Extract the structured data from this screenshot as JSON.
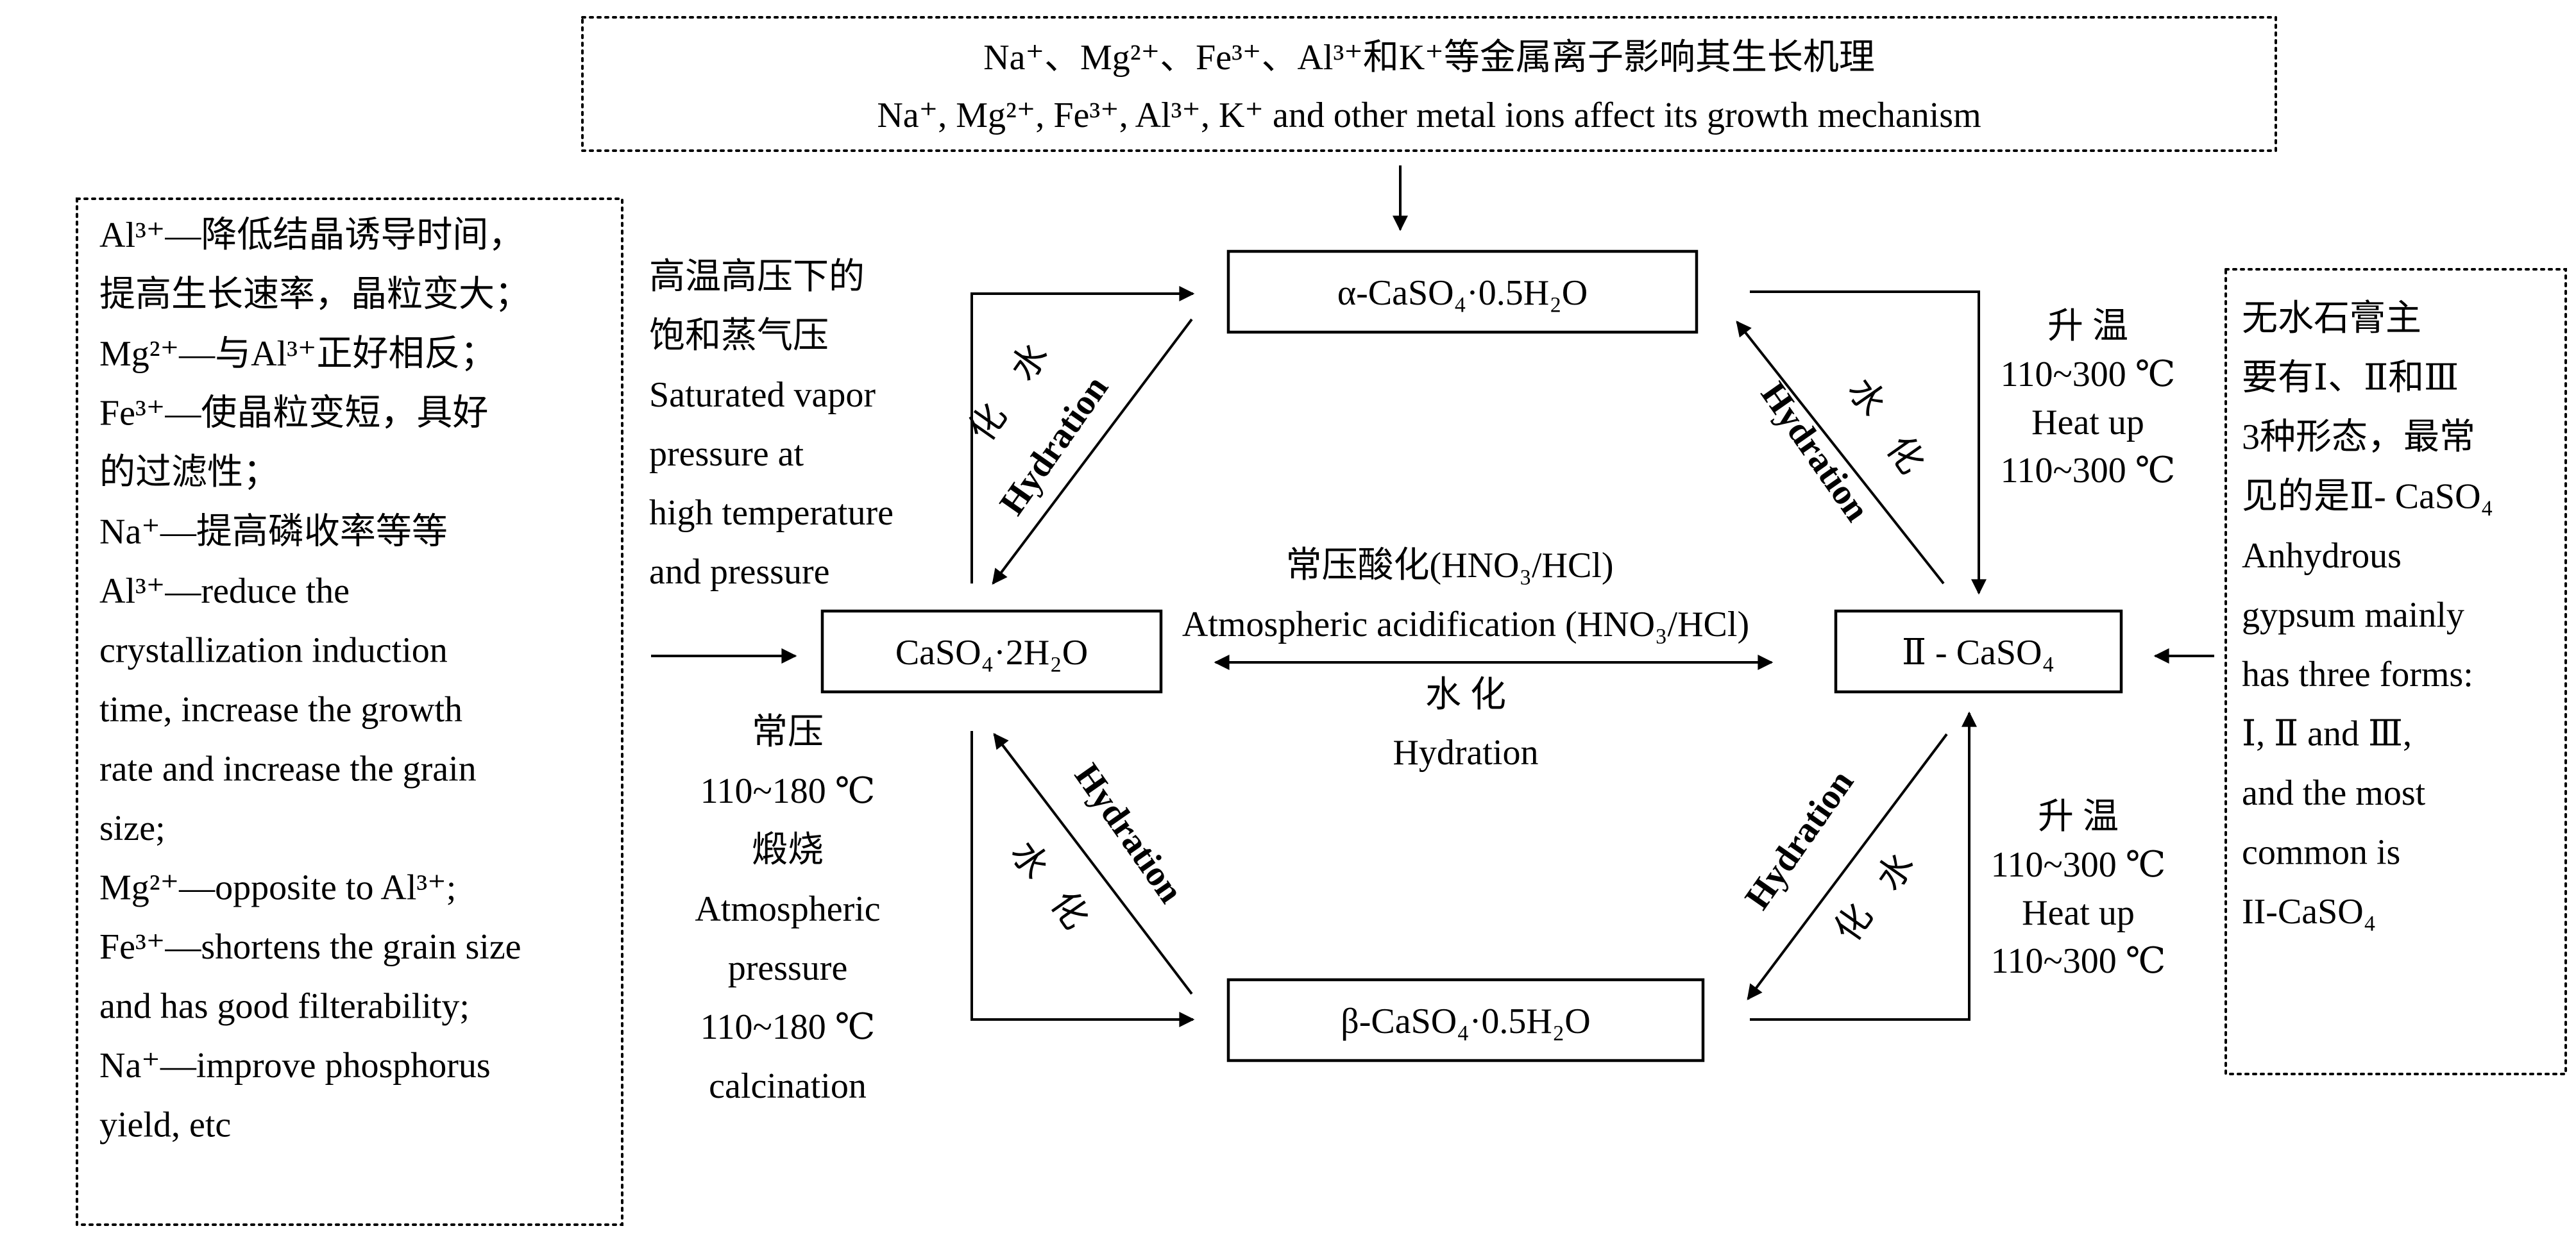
{
  "top_note": {
    "zh": "Na⁺、Mg²⁺、Fe³⁺、Al³⁺和K⁺等金属离子影响其生长机理",
    "en": "Na⁺, Mg²⁺, Fe³⁺, Al³⁺, K⁺ and other metal ions affect its growth mechanism"
  },
  "left_note": {
    "lines": [
      "Al³⁺—降低结晶诱导时间，",
      "提高生长速率，晶粒变大；",
      "Mg²⁺—与Al³⁺正好相反；",
      "Fe³⁺—使晶粒变短，具好",
      "的过滤性；",
      "Na⁺—提高磷收率等等",
      "Al³⁺—reduce the",
      "crystallization induction",
      "time, increase the growth",
      "rate and increase the grain",
      "size;",
      "Mg²⁺—opposite to Al³⁺;",
      "Fe³⁺—shortens the grain size",
      "and has good filterability;",
      "Na⁺—improve phosphorus",
      "yield, etc"
    ]
  },
  "right_note": {
    "lines": [
      "无水石膏主",
      "要有Ⅰ、Ⅱ和Ⅲ",
      "3种形态，最常",
      "见的是Ⅱ- CaSO₄",
      "Anhydrous",
      "gypsum mainly",
      "has three forms:",
      "Ⅰ, Ⅱ and Ⅲ,",
      "and the most",
      "common is",
      "II-CaSO₄"
    ]
  },
  "nodes": {
    "alpha": "α-CaSO₄·0.5H₂O",
    "dihydrate": "CaSO₄·2H₂O",
    "anhydrite": "Ⅱ - CaSO₄",
    "beta": "β-CaSO₄·0.5H₂O"
  },
  "labels": {
    "saturated_vapor": [
      "高温高压下的",
      "饱和蒸气压",
      "Saturated vapor",
      "pressure at",
      "high temperature",
      "and pressure"
    ],
    "calcination": [
      "常压",
      "110~180 ℃",
      "煅烧",
      "Atmospheric",
      "pressure",
      "110~180 ℃",
      "calcination"
    ],
    "heat_top": [
      "升 温",
      "110~300 ℃",
      "Heat up",
      "110~300 ℃"
    ],
    "heat_bottom": [
      "升 温",
      "110~300 ℃",
      "Heat up",
      "110~300 ℃"
    ],
    "acidification_zh": "常压酸化(HNO₃/HCl)",
    "acidification_en": "Atmospheric acidification (HNO₃/HCl)",
    "hydration_center_zh": "水 化",
    "hydration_center_en": "Hydration",
    "hydration_zh_chars": [
      "水",
      "化"
    ],
    "hydration_en": "Hydration"
  }
}
